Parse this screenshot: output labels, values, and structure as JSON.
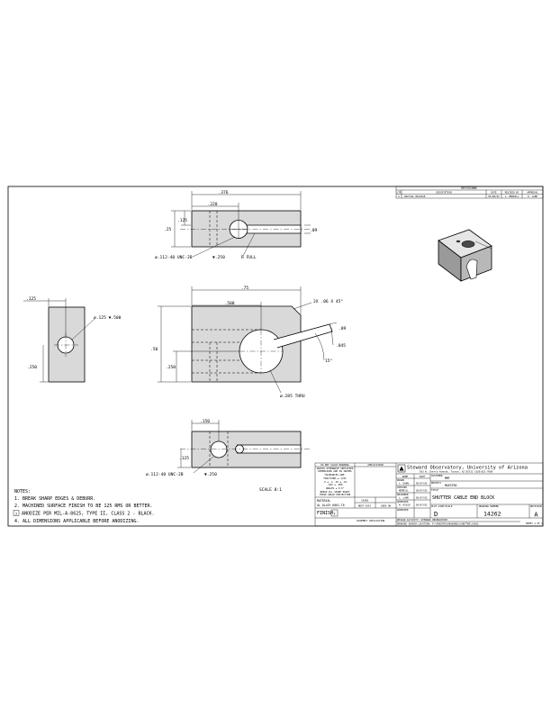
{
  "revisions": {
    "title": "REVISIONS",
    "headers": [
      "LTR",
      "DESCRIPTION",
      "DATE",
      "REVISED BY",
      "APPROVAL"
    ],
    "row": [
      "A",
      "INITIAL RELEASE",
      "05/08/02",
      "L. MERRILL",
      "D. LANE"
    ]
  },
  "top_view": {
    "dim_width": ".376",
    "dim_inner": ".220",
    "dim_left_small": ".125",
    "dim_height": ".25",
    "dim_slot": ".09",
    "callout_thread": "ø.112-40 UNC-2B",
    "callout_depth": "▼.250",
    "callout_radius": "R FULL"
  },
  "side_view": {
    "dim_top": ".125",
    "dim_side": ".250",
    "callout_hole": "ø.125 ▼.500"
  },
  "front_view": {
    "dim_length": ".75",
    "dim_center": ".500",
    "dim_height": ".50",
    "dim_hole_height": ".250",
    "callout_chamfer": "2X .06 X 45°",
    "dim_slot": ".09",
    "dim_slot_offset": ".045",
    "dim_angle": "15°",
    "callout_bore": "ø.285 THRU"
  },
  "bottom_view": {
    "dim_offset": ".150",
    "dim_height": ".125",
    "callout_thread": "ø.112-40 UNC-2B",
    "callout_depth": "▼.250"
  },
  "scale": "SCALE 8:1",
  "notes": {
    "title": "NOTES:",
    "items": [
      "1.  BREAK SHARP EDGES & DEBURR.",
      "2.  MACHINED SURFACE FINISH TO BE 125 RMS OR BETTER.",
      "ANODIZE PER MIL-A-8625, TYPE II, CLASS 2 - BLACK.",
      "4.  ALL DIMENSIONS APPLICABLE BEFORE ANODIZING."
    ],
    "flag_number": "3"
  },
  "title_block": {
    "org_name": "Steward Observatory, University of Arizona",
    "org_address": "933 N. Cherry Avenue, Tucson, AZ  85721   (520)621-7669",
    "tol_header": "DO NOT SCALE DRAWING",
    "tol_lines": [
      "UNLESS OTHERWISE SPECIFIED",
      "DIMENSIONS ARE IN INCHES",
      "TOLERANCES ARE:",
      "FRACTIONS ± 1/64",
      ".X ± .1   .XX ± .01",
      ".XXX ± .005",
      "ANGLES ± 0.5°",
      "BREAK ALL SHARP EDGES",
      "THIRD ANGLE PROJECTION"
    ],
    "material_label": "MATERIAL",
    "material_value": "AL ALLOY 6061-T6",
    "finish_label": "FINISH",
    "finish_flag": "3",
    "next_assy_label": "NEXT ASSY",
    "used_on_label": "USED ON",
    "next_assy_value": "14268",
    "application_label": "APPLICATION",
    "assembly_application": "ASSEMBLY APPLICATION",
    "sign_headers": [
      "NAME",
      "DATE"
    ],
    "sign_rows": [
      {
        "role": "DRAWN",
        "name": "L. DUNN",
        "date": "05/07/02"
      },
      {
        "role": "CHECKED",
        "name": "MERRILL",
        "date": "05/07/02"
      },
      {
        "role": "ENGINEER",
        "name": "L. LANE",
        "date": "05/07/02"
      },
      {
        "role": "APPROVED",
        "name": "M. RISSO",
        "date": "05/07/02"
      },
      {
        "role": "APPROVED",
        "name": "",
        "date": ""
      }
    ],
    "customer_label": "CUSTOMER",
    "customer_value": "MMT",
    "project_label": "PROJECT",
    "project_value": "MAESTRO",
    "title_label": "TITLE",
    "title_value": "SHUTTER CABLE END BLOCK",
    "size_label": "PLOT SIZE/SCALE",
    "size_value": "D",
    "dwg_no_label": "DRAWING NUMBER",
    "dwg_no_value": "14262",
    "rev_label": "REVISION",
    "rev_value": "A",
    "sheet_label": "SHEET 1 OF 1",
    "footer_1": "DESIGN ACTIVITY: STEWARD OBSERVATORY",
    "footer_2": "DRAWING SEARCH LOCATION: P:\\MAESTRO\\DRAWINGS\\SHUTTER\\14262"
  }
}
